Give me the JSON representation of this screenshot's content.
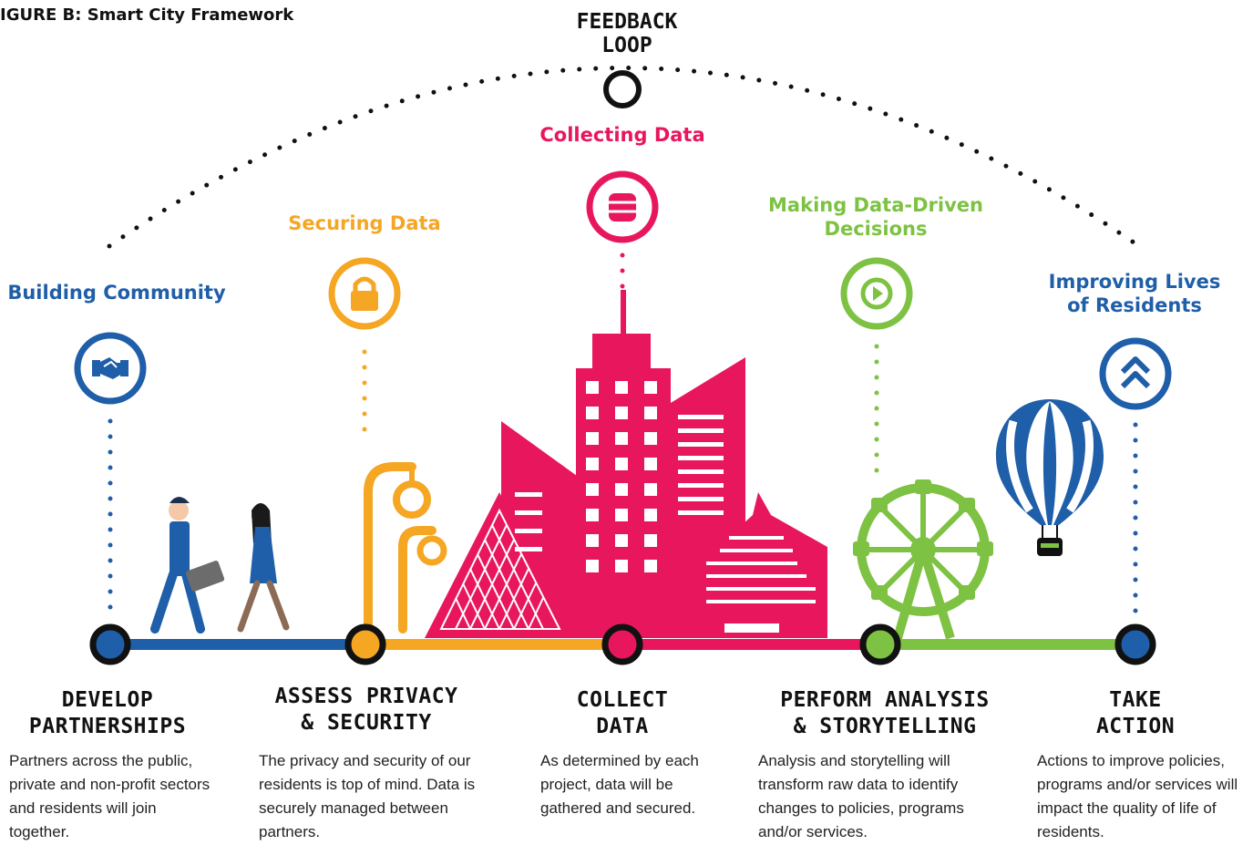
{
  "figure_title": "IGURE B: Smart City Framework",
  "feedback_loop": "FEEDBACK\nLOOP",
  "colors": {
    "blue": "#1f5ea8",
    "orange": "#f5a623",
    "pink": "#e8175d",
    "green": "#7dc242",
    "dark": "#111111"
  },
  "phases": [
    {
      "label": "Building Community",
      "icon": "handshake-icon",
      "color": "#1f5ea8"
    },
    {
      "label": "Securing Data",
      "icon": "lock-icon",
      "color": "#f5a623"
    },
    {
      "label": "Collecting Data",
      "icon": "database-icon",
      "color": "#e8175d"
    },
    {
      "label": "Making Data-Driven\nDecisions",
      "icon": "play-icon",
      "color": "#7dc242"
    },
    {
      "label": "Improving Lives\nof Residents",
      "icon": "double-chevron-up-icon",
      "color": "#1f5ea8"
    }
  ],
  "steps": [
    {
      "title": "DEVELOP\nPARTNERSHIPS",
      "description": "Partners across the public, private and non-profit sectors and residents will join together."
    },
    {
      "title": "ASSESS PRIVACY\n& SECURITY",
      "description": "The privacy and security of our residents is top of mind. Data is securely managed between partners."
    },
    {
      "title": "COLLECT\nDATA",
      "description": "As determined by each project, data will be gathered and secured."
    },
    {
      "title": "PERFORM ANALYSIS\n& STORYTELLING",
      "description": "Analysis and storytelling will transform raw data to identify changes to policies, programs and/or services."
    },
    {
      "title": "TAKE\nACTION",
      "description": "Actions to improve policies, programs and/or services will impact the quality of life of residents."
    }
  ]
}
